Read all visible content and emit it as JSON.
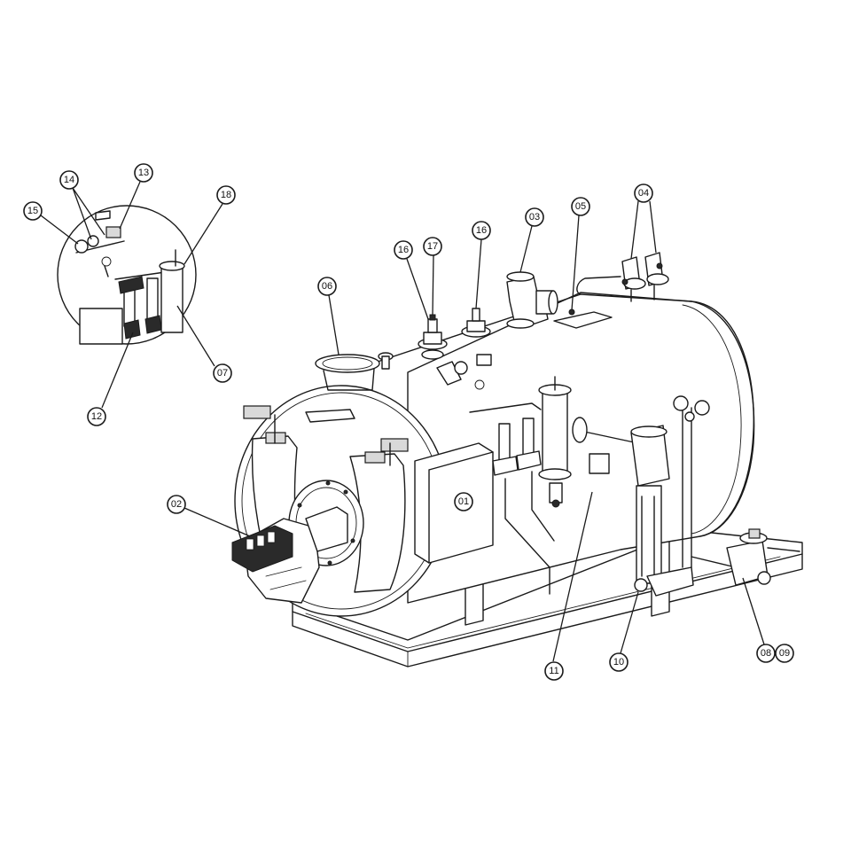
{
  "callouts": [
    {
      "id": "c01",
      "label": "01"
    },
    {
      "id": "c02",
      "label": "02"
    },
    {
      "id": "c03",
      "label": "03"
    },
    {
      "id": "c04",
      "label": "04"
    },
    {
      "id": "c05",
      "label": "05"
    },
    {
      "id": "c06",
      "label": "06"
    },
    {
      "id": "c07",
      "label": "07"
    },
    {
      "id": "c08",
      "label": "08"
    },
    {
      "id": "c09",
      "label": "09"
    },
    {
      "id": "c10",
      "label": "10"
    },
    {
      "id": "c11",
      "label": "11"
    },
    {
      "id": "c12",
      "label": "12"
    },
    {
      "id": "c13",
      "label": "13"
    },
    {
      "id": "c14",
      "label": "14"
    },
    {
      "id": "c15",
      "label": "15"
    },
    {
      "id": "c16a",
      "label": "16"
    },
    {
      "id": "c16b",
      "label": "16"
    },
    {
      "id": "c17",
      "label": "17"
    },
    {
      "id": "c18",
      "label": "18"
    }
  ]
}
